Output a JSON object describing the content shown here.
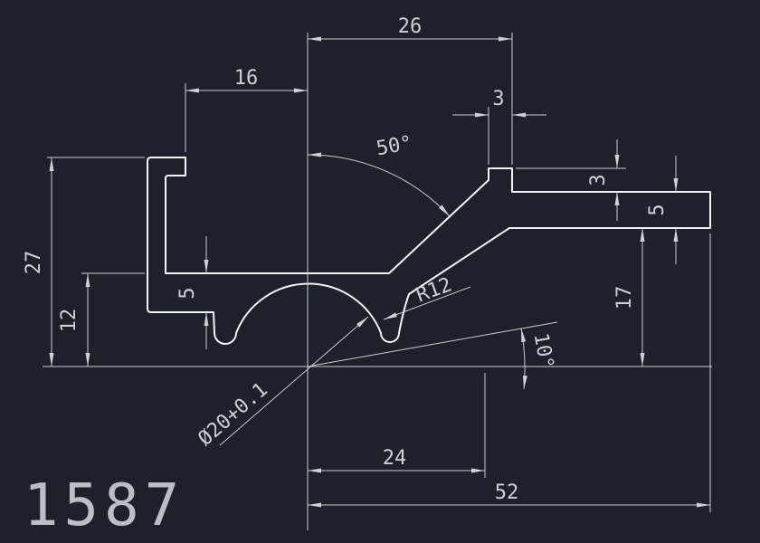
{
  "drawing": {
    "part_number": "1587",
    "colors": {
      "background": "#1c222b",
      "geometry_line": "#f2f4f6",
      "dimension_line": "#c9ced3",
      "text": "#ccd1d6"
    },
    "dims": {
      "top_width": "26",
      "left_tab_width": "16",
      "tab_width": "3",
      "slope_angle": "50°",
      "tab_height": "3",
      "bar_thickness": "5",
      "overall_height": "27",
      "web_height": "12",
      "web_thickness": "5",
      "bar_bottom_height": "17",
      "fillet_radius": "R12",
      "base_angle": "10°",
      "bore_diameter": "Ø20+0.1",
      "base_width": "24",
      "overall_width": "52"
    }
  }
}
